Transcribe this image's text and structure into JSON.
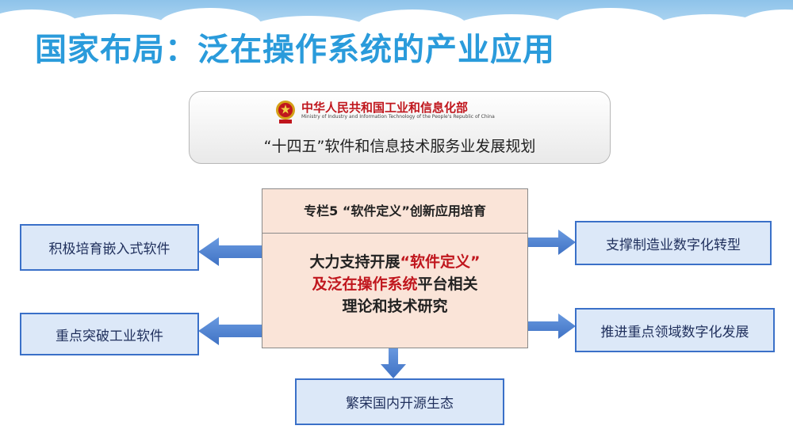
{
  "title": "国家布局：泛在操作系统的产业应用",
  "ministry": {
    "name_cn": "中华人民共和国工业和信息化部",
    "name_en": "Ministry of Industry and Information Technology of the People's Republic of China",
    "plan": "“十四五”软件和信息技术服务业发展规划"
  },
  "center": {
    "header": "专栏5 “软件定义”创新应用培育",
    "line1_prefix": "大力支持开展",
    "line1_highlight": "“软件定义”",
    "line2_highlight": "及泛在操作系统",
    "line2_suffix": "平台相关",
    "line3": "理论和技术研究"
  },
  "left_items": [
    "积极培育嵌入式软件",
    "重点突破工业软件"
  ],
  "right_items": [
    "支撑制造业数字化转型",
    "推进重点领域数字化发展"
  ],
  "bottom_item": "繁荣国内开源生态",
  "colors": {
    "title": "#2a9bdb",
    "highlight": "#c0161d",
    "box_fill": "#dce8f8",
    "box_border": "#3a70c8",
    "center_fill": "#fae4d8",
    "arrow": "#4a7fcf"
  }
}
